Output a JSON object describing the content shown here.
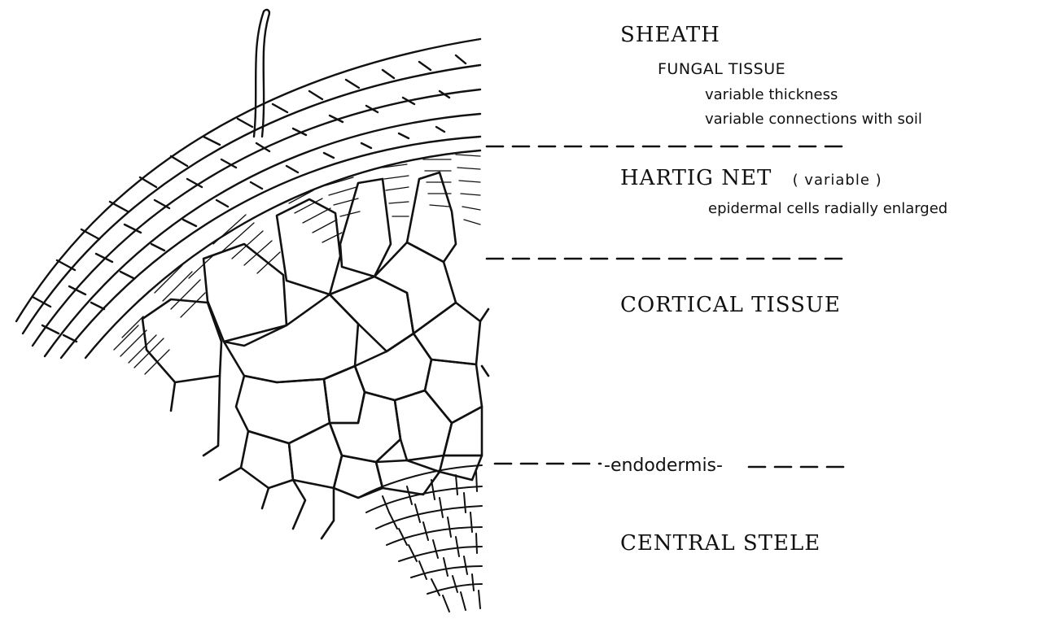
{
  "labels": {
    "sheath": "SHEATH",
    "fungal_tissue": "FUNGAL TISSUE",
    "variable_thickness": "variable thickness",
    "variable_connections": "variable connections with soil",
    "hartig_net": "HARTIG NET",
    "hartig_variable": "( variable )",
    "epidermal": "epidermal cells radially enlarged",
    "cortical": "CORTICAL TISSUE",
    "endodermis": "endodermis",
    "stele": "CENTRAL STELE"
  },
  "colors": {
    "ink": "#111111",
    "paper": "#ffffff"
  }
}
